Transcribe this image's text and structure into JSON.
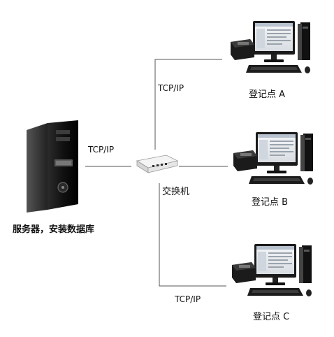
{
  "server": {
    "caption": "服务器，安装数据库"
  },
  "switch": {
    "caption": "交换机"
  },
  "links": {
    "server_to_switch": "TCP/IP",
    "switch_to_a": "TCP/IP",
    "switch_to_c": "TCP/IP"
  },
  "stations": [
    {
      "label": "登记点 A"
    },
    {
      "label": "登记点 B"
    },
    {
      "label": "登记点 C"
    }
  ]
}
